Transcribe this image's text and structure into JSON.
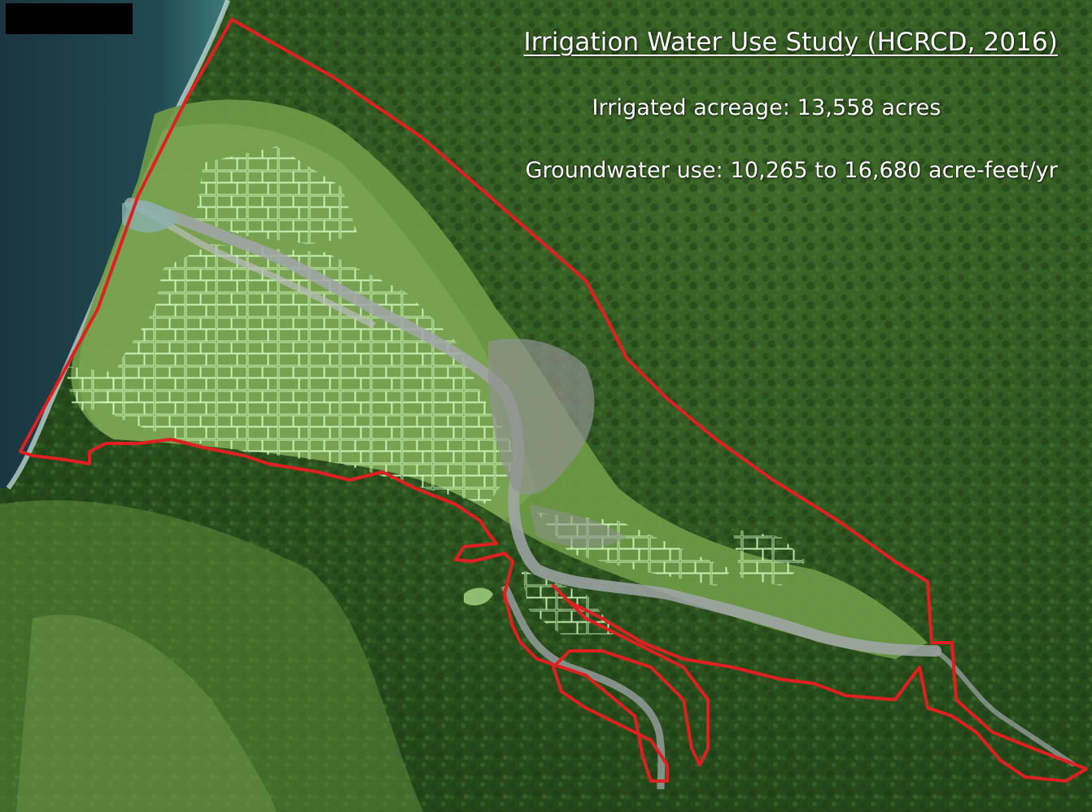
{
  "map": {
    "title": "Irrigation Water Use Study (HCRCD, 2016)",
    "irrigated_acreage": "Irrigated acreage: 13,558 acres",
    "groundwater_use": "Groundwater use: 10,265 to 16,680 acre-feet/yr"
  },
  "colors": {
    "boundary": "#e02020",
    "field_outline": "#c8ffb0",
    "forest": "#2f5a1e",
    "valley_fields": "#6f9a47",
    "ocean": "#1d3c45",
    "river": "#9aa0a2",
    "urban": "#8a8e8c"
  }
}
